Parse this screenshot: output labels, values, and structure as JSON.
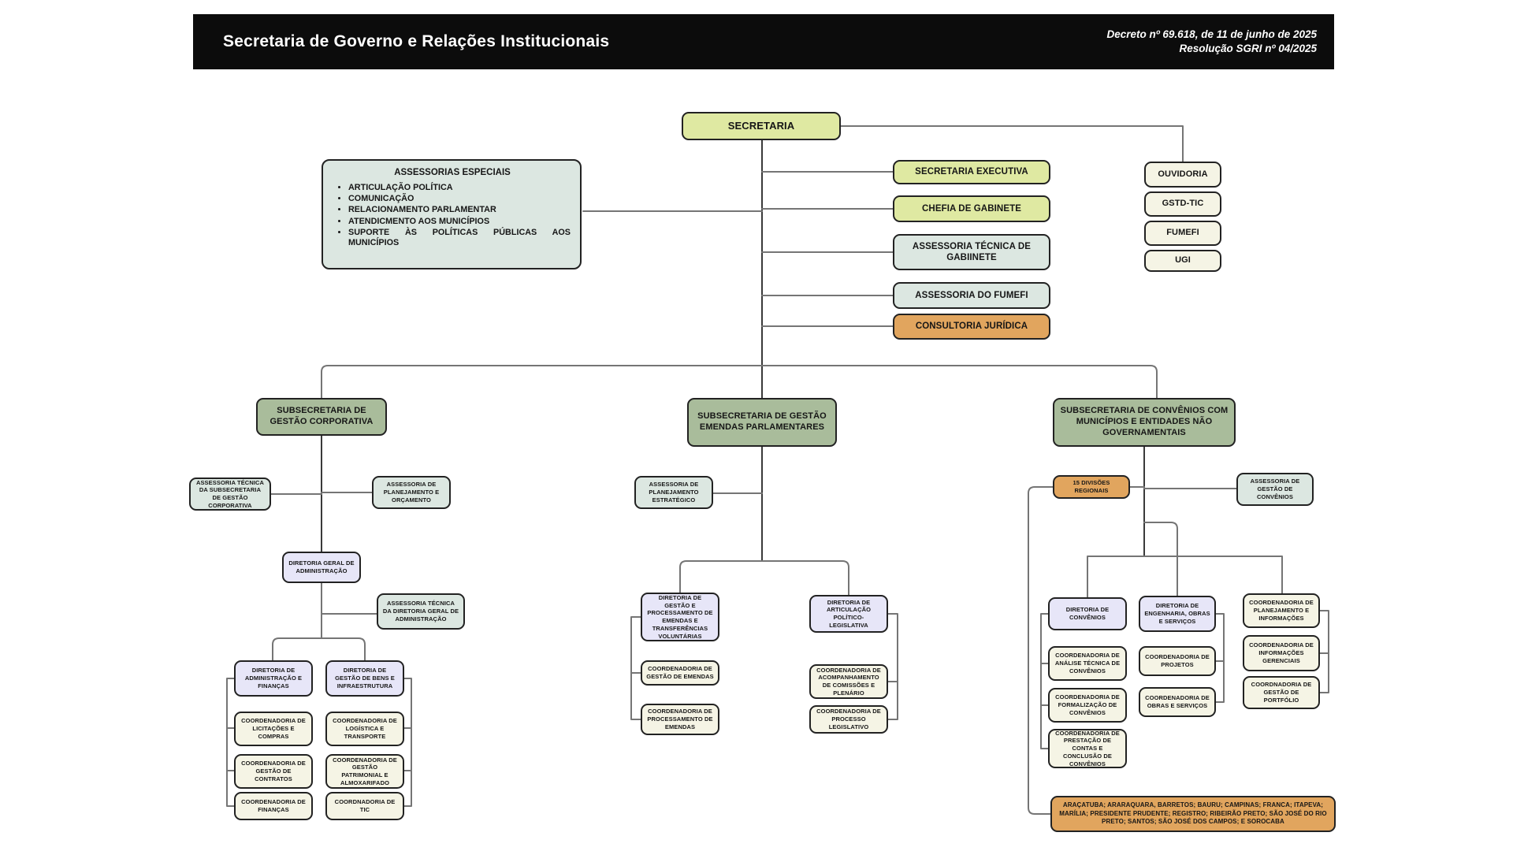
{
  "header": {
    "title": "Secretaria de Governo e Relações Institucionais",
    "decree_line1": "Decreto nº 69.618, de 11 de junho de 2025",
    "decree_line2": "Resolução SGRI nº 04/2025"
  },
  "colors": {
    "header_bg": "#0c0c0c",
    "yellow_green": "#dfe9a2",
    "sage_green": "#a9bc9b",
    "mint_gray": "#dce7e1",
    "cream": "#f5f4e5",
    "lavender": "#e7e6f8",
    "orange": "#e1a55e",
    "line_gray": "#757575"
  },
  "assessorias_especiais": {
    "title": "ASSESSORIAS ESPECIAIS",
    "items": [
      "ARTICULAÇÃO POLÍTICA",
      "COMUNICAÇÃO",
      "RELACIONAMENTO PARLAMENTAR",
      "ATENDICMENTO AOS MUNICÍPIOS",
      "SUPORTE ÀS POLÍTICAS PÚBLICAS AOS MUNICÍPIOS"
    ]
  },
  "nodes": {
    "secretaria": {
      "label": "SECRETARIA"
    },
    "secretaria_executiva": {
      "label": "SECRETARIA EXECUTIVA"
    },
    "chefia_gabinete": {
      "label": "CHEFIA DE GABINETE"
    },
    "assessoria_tecnica_gabinete": {
      "label": "ASSESSORIA TÉCNICA DE GABIINETE"
    },
    "assessoria_fumefi": {
      "label": "ASSESSORIA DO FUMEFI"
    },
    "consultoria_juridica": {
      "label": "CONSULTORIA JURÍDICA"
    },
    "ouvidoria": {
      "label": "OUVIDORIA"
    },
    "gstd_tic": {
      "label": "GSTD-TIC"
    },
    "fumefi": {
      "label": "FUMEFI"
    },
    "ugi": {
      "label": "UGI"
    },
    "sub_corporativa": {
      "label": "SUBSECRETARIA DE GESTÃO CORPORATIVA"
    },
    "sub_emendas": {
      "label": "SUBSECRETARIA DE GESTÃO EMENDAS PARLAMENTARES"
    },
    "sub_convenios": {
      "label": "SUBSECRETARIA DE CONVÊNIOS COM MUNICÍPIOS E ENTIDADES NÃO GOVERNAMENTAIS"
    },
    "at_sub_corporativa": {
      "label": "ASSESSORIA TÉCNICA DA SUBSECRETARIA DE GESTÃO CORPORATIVA"
    },
    "a_plan_orcamento": {
      "label": "ASSESSORIA DE PLANEJAMENTO E ORÇAMENTO"
    },
    "dir_geral_adm": {
      "label": "DIRETORIA GERAL DE ADMINISTRAÇÃO"
    },
    "at_dir_geral": {
      "label": "ASSESSORIA TÉCNICA DA DIRETORIA GERAL DE ADMINISTRAÇÃO"
    },
    "dir_adm_financas": {
      "label": "DIRETORIA DE ADMINISTRAÇÃO E FINANÇAS"
    },
    "c_licitacoes": {
      "label": "COORDENADORIA DE LICITAÇÕES E COMPRAS"
    },
    "c_contratos": {
      "label": "COORDENADORIA DE GESTÃO DE CONTRATOS"
    },
    "c_financas": {
      "label": "COORDENADORIA DE FINANÇAS"
    },
    "dir_bens_infra": {
      "label": "DIRETORIA DE GESTÃO DE BENS E INFRAESTRUTURA"
    },
    "c_logistica": {
      "label": "COORDENADORIA DE LOGÍSTICA E TRANSPORTE"
    },
    "c_patrimonial": {
      "label": "COORDENADORIA DE GESTÃO PATRIMONIAL E ALMOXARIFADO"
    },
    "c_tic": {
      "label": "COORDNADORIA DE TIC"
    },
    "a_plan_estrategico": {
      "label": "ASSESSORIA DE PLANEJAMENTO ESTRATÉGICO"
    },
    "dir_emendas": {
      "label": "DIRETORIA DE GESTÃO E PROCESSAMENTO DE EMENDAS E TRANSFERÊNCIAS VOLUNTÁRIAS"
    },
    "c_gestao_emendas": {
      "label": "COORDENADORIA DE GESTÃO DE EMENDAS"
    },
    "c_proc_emendas": {
      "label": "COORDENADORIA DE PROCESSAMENTO DE EMENDAS"
    },
    "dir_articulacao": {
      "label": "DIRETORIA DE ARTICULAÇÃO POLÍTICO-LEGISLATIVA"
    },
    "c_comissoes": {
      "label": "COORDENADORIA DE ACOMPANHAMENTO DE COMISSÕES E PLENÁRIO"
    },
    "c_proc_legislativo": {
      "label": "COORDENADORIA DE PROCESSO LEGISLATIVO"
    },
    "divisoes_regionais": {
      "label": "15 DIVISÕES REGIONAIS"
    },
    "a_gestao_convenios": {
      "label": "ASSESSORIA DE GESTÃO DE CONVÊNIOS"
    },
    "dir_convenios": {
      "label": "DIRETORIA DE CONVÊNIOS"
    },
    "c_analise": {
      "label": "COORDENADORIA DE ANÁLISE TÉCNICA DE CONVÊNIOS"
    },
    "c_formalizacao": {
      "label": "COORDENADORIA DE FORMALIZAÇÃO DE CONVÊNIOS"
    },
    "c_prestacao": {
      "label": "COORDENADORIA DE PRESTAÇÃO DE CONTAS E CONCLUSÃO DE CONVÊNIOS"
    },
    "dir_engenharia": {
      "label": "DIRETORIA DE ENGENHARIA, OBRAS E SERVIÇOS"
    },
    "c_projetos": {
      "label": "COORDENADORIA DE PROJETOS"
    },
    "c_obras": {
      "label": "COORDENADORIA DE OBRAS E SERVIÇOS"
    },
    "c_plan_info": {
      "label": "COORDENADORIA DE PLANEJAMENTO E INFORMAÇÕES"
    },
    "c_info_gerenciais": {
      "label": "COORDENADORIA DE INFORMAÇÕES GERENCIAIS"
    },
    "c_portfolio": {
      "label": "COORDNADORIA DE GESTÃO DE PORTFÓLIO"
    },
    "cidades": {
      "label": "ARAÇATUBA; ARARAQUARA, BARRETOS; BAURU; CAMPINAS; FRANCA; ITAPEVA; MARÍLIA; PRESIDENTE PRUDENTE; REGISTRO; RIBEIRÃO PRETO; SÃO JOSÉ DO RIO PRETO; SANTOS; SÃO JOSÉ DOS CAMPOS; E SOROCABA"
    }
  }
}
